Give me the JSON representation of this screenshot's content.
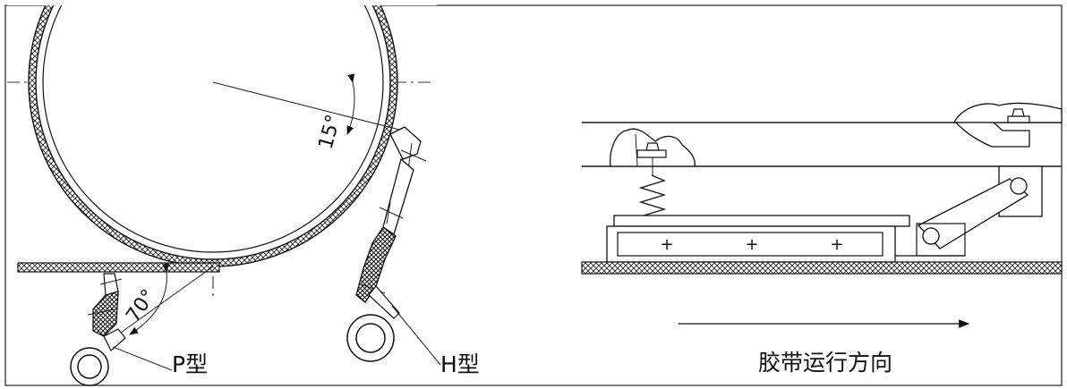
{
  "left_figure": {
    "angle_top": "15°",
    "angle_bottom": "70°",
    "type_p_label": "P型",
    "type_h_label": "H型"
  },
  "right_figure": {
    "direction_label": "胶带运行方向"
  }
}
